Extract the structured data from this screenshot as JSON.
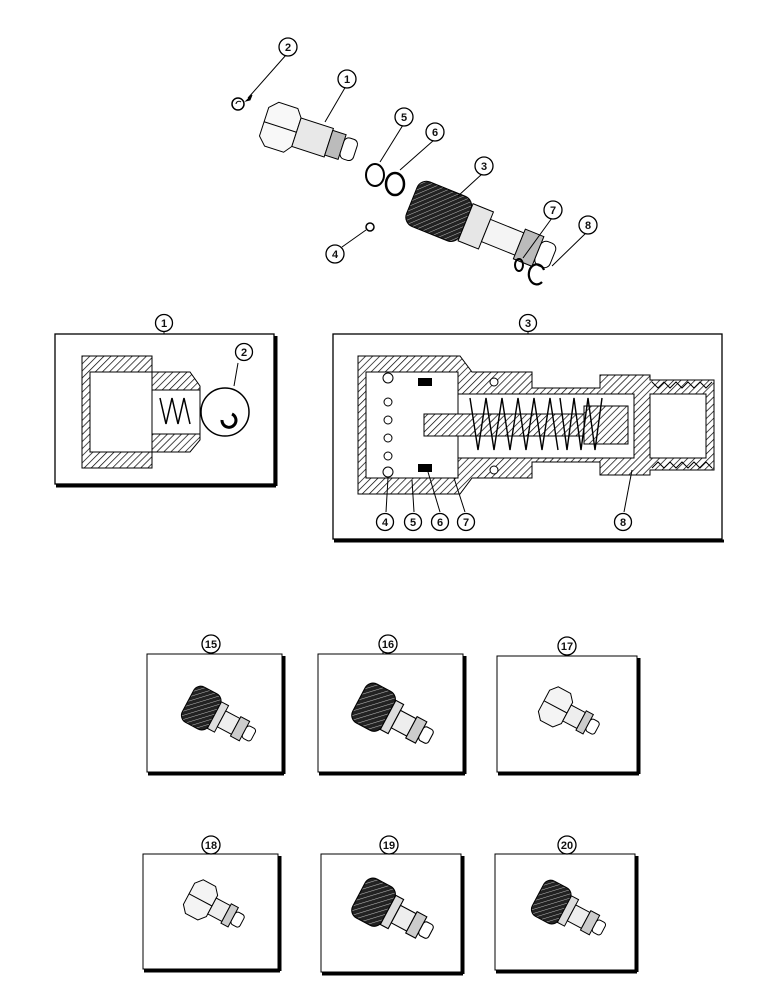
{
  "callouts": {
    "c1": "1",
    "c2": "2",
    "c3": "3",
    "c4": "4",
    "c5": "5",
    "c6": "6",
    "c7": "7",
    "c8": "8"
  },
  "detail_views": {
    "left_title": "1",
    "left_label_2": "2",
    "right_title": "3",
    "right_labels": [
      "4",
      "5",
      "6",
      "7",
      "8"
    ]
  },
  "variants": [
    {
      "label": "15",
      "icon": "coupler-knurled"
    },
    {
      "label": "16",
      "icon": "coupler-knurled"
    },
    {
      "label": "17",
      "icon": "plug-hex"
    },
    {
      "label": "18",
      "icon": "plug-hex"
    },
    {
      "label": "19",
      "icon": "coupler-knurled"
    },
    {
      "label": "20",
      "icon": "coupler-knurled"
    }
  ]
}
